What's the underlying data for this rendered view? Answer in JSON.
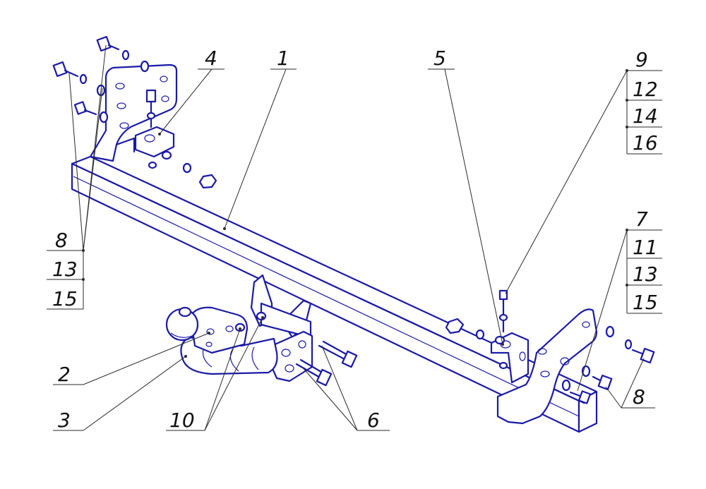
{
  "colors": {
    "line_art": "#1a1aa6",
    "leaders": "#2a2a2a",
    "background": "#ffffff"
  },
  "labels": {
    "p1": "1",
    "p2": "2",
    "p3": "3",
    "p4": "4",
    "p5": "5",
    "p6": "6",
    "p10": "10",
    "left_stack": [
      "8",
      "13",
      "15"
    ],
    "right_top_stack": [
      "9",
      "12",
      "14",
      "16"
    ],
    "right_mid_stack": [
      "7",
      "11",
      "13",
      "15"
    ],
    "right_bottom": "8"
  }
}
